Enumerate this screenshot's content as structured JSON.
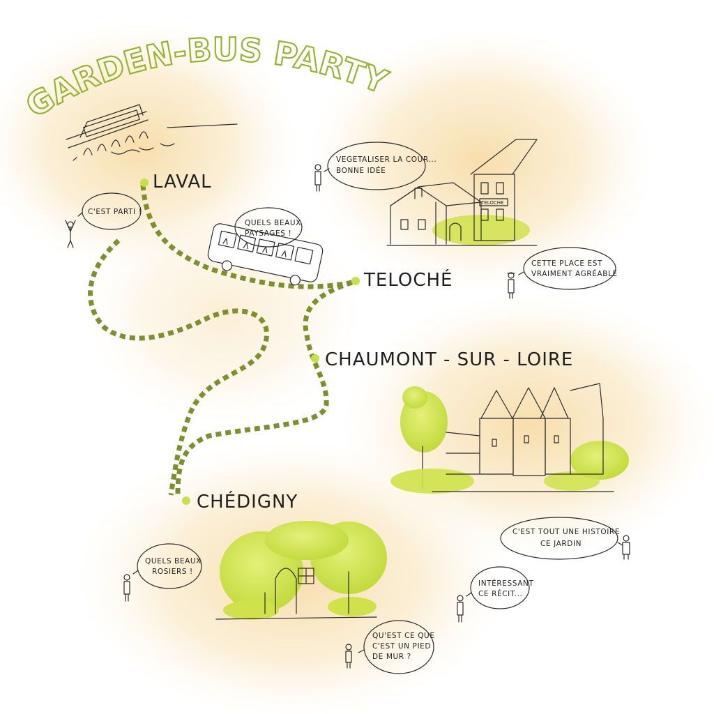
{
  "title": "GARDEN-BUS PARTY !",
  "colors": {
    "route": "#7e8f2e",
    "title_stroke": "#97b332",
    "stop_dot": "#c4e04a",
    "foliage": "#cfe24a",
    "watercolor": "#f7deaa",
    "flowers": "#d9a8b5"
  },
  "places": {
    "laval": "LAVAL",
    "teloche": "TELOCHÉ",
    "chaumont": "CHAUMONT - SUR - LOIRE",
    "chedigny": "CHÉDIGNY"
  },
  "building_sign": "TELOCHE",
  "bubbles": {
    "cest_parti": "C'EST PARTI !",
    "vegetaliser_1": "VEGETALISER LA COUR...",
    "vegetaliser_2": "BONNE IDÉE",
    "quels_beaux_paysages_1": "QUELS BEAUX",
    "quels_beaux_paysages_2": "PAYSAGES !",
    "cette_place_1": "CETTE PLACE EST",
    "cette_place_2": "VRAIMENT AGRÉABLE",
    "histoire_1": "C'EST TOUT UNE HISTOIRE",
    "histoire_2": "CE JARDIN",
    "interessant_1": "INTÉRESSANT",
    "interessant_2": "CE RÉCIT...",
    "rosiers_1": "QUELS BEAUX",
    "rosiers_2": "ROSIERS !",
    "pied_de_mur_1": "QU'EST CE QUE",
    "pied_de_mur_2": "C'EST UN PIED",
    "pied_de_mur_3": "DE MUR ?"
  },
  "icons": [
    "train-viaduct-icon",
    "bus-icon",
    "person-icon",
    "house-icon",
    "castle-icon",
    "tree-icon"
  ]
}
